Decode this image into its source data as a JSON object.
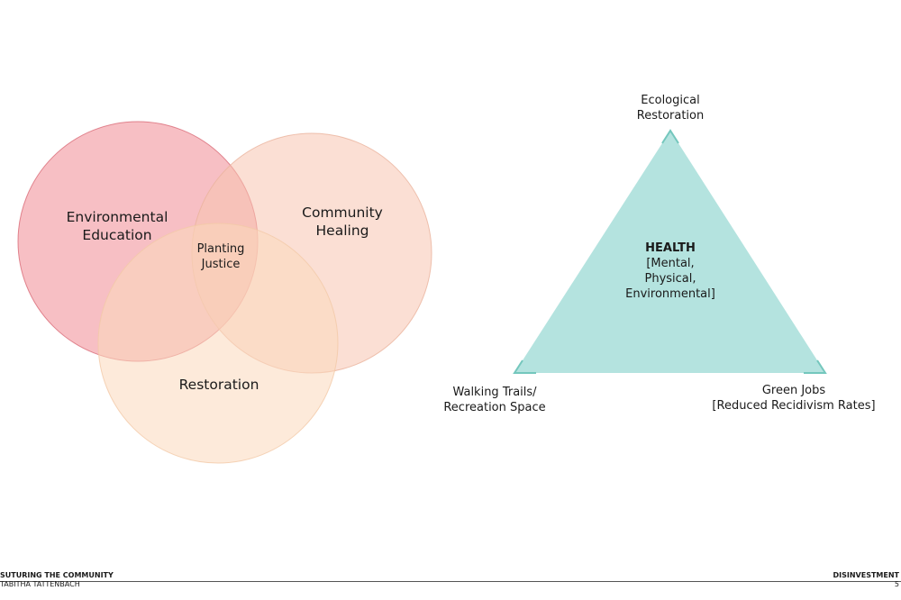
{
  "venn": {
    "circles": [
      {
        "label_lines": [
          "Environmental",
          "Education"
        ],
        "color": "#f08a94"
      },
      {
        "label_lines": [
          "Community",
          "Healing"
        ],
        "color": "#f7c4b0"
      },
      {
        "label_lines": [
          "Restoration"
        ],
        "color": "#fbd9bc"
      }
    ],
    "center_label_lines": [
      "Planting",
      "Justice"
    ]
  },
  "triangle": {
    "fill": "#b4e3df",
    "stroke": "#74c7bd",
    "center_title": "HEALTH",
    "center_lines": [
      "[Mental,",
      "Physical,",
      "Environmental]"
    ],
    "top_label_lines": [
      "Ecological",
      "Restoration"
    ],
    "left_label_lines": [
      "Walking Trails/",
      "Recreation Space"
    ],
    "right_label_lines": [
      "Green Jobs",
      "[Reduced Recidivism Rates]"
    ]
  },
  "footer": {
    "project": "SUTURING THE COMMUNITY",
    "author": "TABITHA TATTENBACH",
    "section": "DISINVESTMENT",
    "page": "5"
  }
}
